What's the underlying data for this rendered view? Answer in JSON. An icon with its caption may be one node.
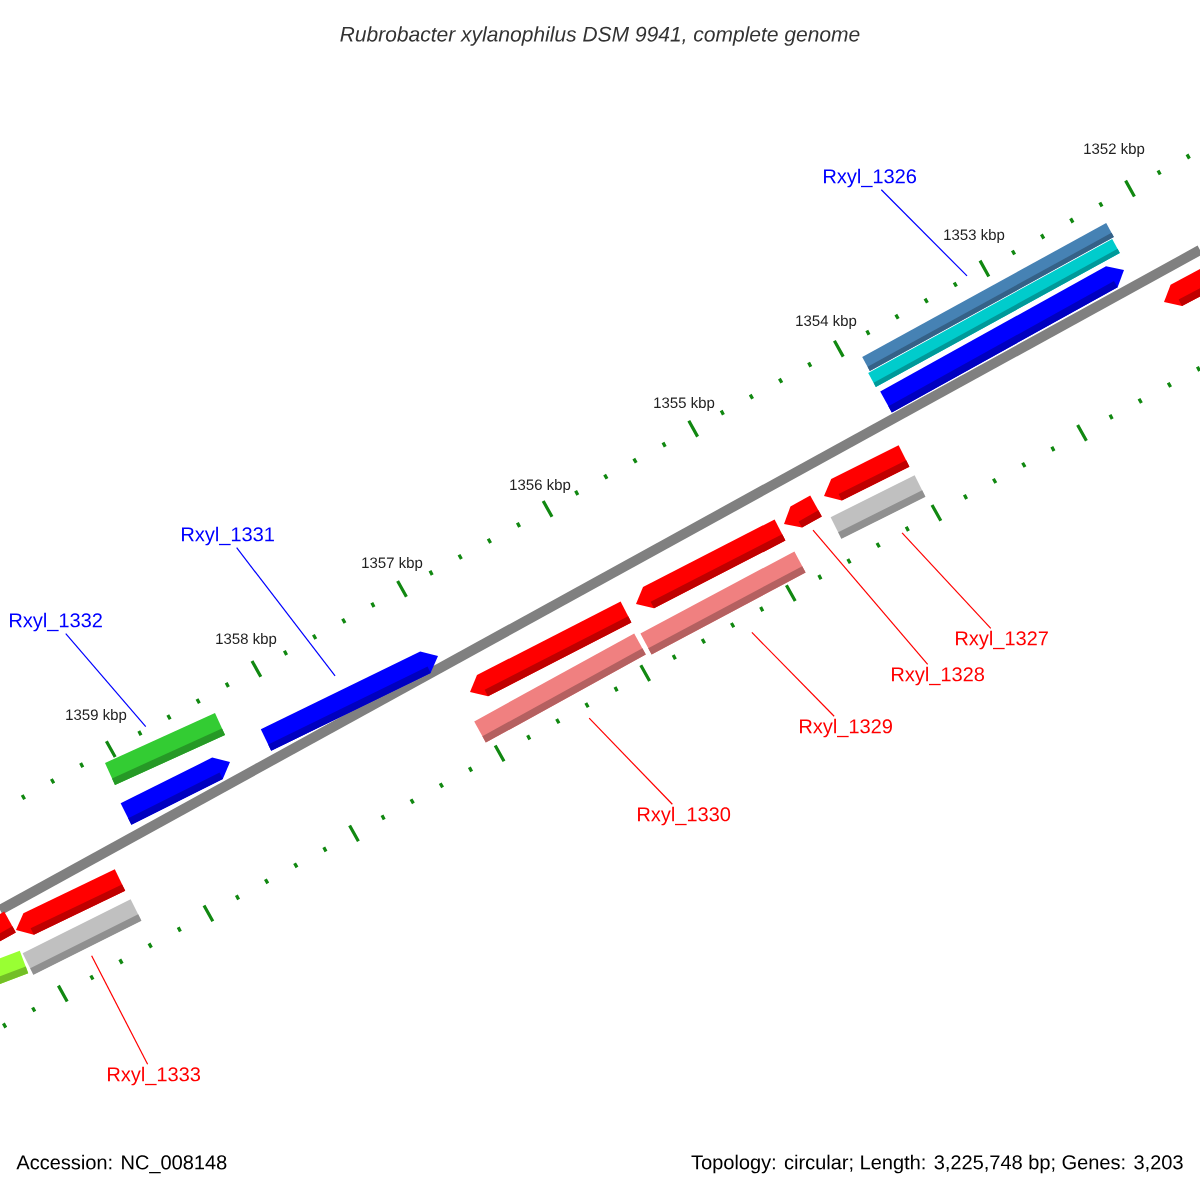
{
  "diagram": {
    "title": "Rubrobacter xylanophilus DSM 9941, complete genome",
    "nodes": [
      {
        "text": [
          "Rxyl_1326"
        ]
      },
      {
        "text": [
          "Rxyl_1331"
        ]
      },
      {
        "text": [
          "Rxyl_1332"
        ]
      },
      {
        "text": [
          "Rxyl_1327"
        ]
      },
      {
        "text": [
          "Rxyl_1328"
        ]
      },
      {
        "text": [
          "Rxyl_1329"
        ]
      },
      {
        "text": [
          "Rxyl_1330"
        ]
      },
      {
        "text": [
          "Rxyl_1333"
        ]
      },
      {
        "text": [],
        "shape": "bar"
      },
      {
        "text": [],
        "shape": "bar"
      },
      {
        "text": [],
        "shape": "bar"
      },
      {
        "text": [],
        "shape": "bar"
      },
      {
        "text": [],
        "shape": "bar"
      },
      {
        "text": [],
        "shape": "bar"
      },
      {
        "text": [],
        "shape": "bar"
      },
      {
        "text": [],
        "shape": "bar"
      },
      {
        "text": [],
        "shape": "bar"
      },
      {
        "text": [],
        "shape": "bar"
      },
      {
        "text": [],
        "shape": "bar"
      },
      {
        "text": [],
        "shape": "bar"
      },
      {
        "text": [],
        "shape": "bar"
      },
      {
        "text": [],
        "shape": "bar"
      },
      {
        "text": [],
        "shape": "bar"
      },
      {
        "text": [],
        "shape": "bar"
      },
      {
        "text": [],
        "shape": "bar"
      },
      {
        "text": [],
        "shape": "bar"
      }
    ],
    "edges": [
      {
        "from": 0,
        "to": 22,
        "arrow": "none",
        "color": "#0000ff"
      },
      {
        "from": 1,
        "to": 14,
        "arrow": "none",
        "color": "#0000ff"
      },
      {
        "from": 2,
        "to": 12,
        "arrow": "none",
        "color": "#0000ff"
      },
      {
        "from": 3,
        "to": 21,
        "arrow": "none",
        "color": "#ff0000"
      },
      {
        "from": 4,
        "to": 19,
        "arrow": "none",
        "color": "#ff0000"
      },
      {
        "from": 5,
        "to": 18,
        "arrow": "none",
        "color": "#ff0000"
      },
      {
        "from": 6,
        "to": 16,
        "arrow": "none",
        "color": "#ff0000"
      },
      {
        "from": 7,
        "to": 11,
        "arrow": "none",
        "color": "#ff0000"
      }
    ],
    "labels": [
      "1352 kbp",
      "1353 kbp",
      "1354 kbp",
      "1355 kbp",
      "1356 kbp",
      "1357 kbp",
      "1358 kbp",
      "1359 kbp",
      "Accession: NC_008148",
      "Topology: circular; Length: 3,225,748 bp; Genes: 3,203"
    ]
  }
}
